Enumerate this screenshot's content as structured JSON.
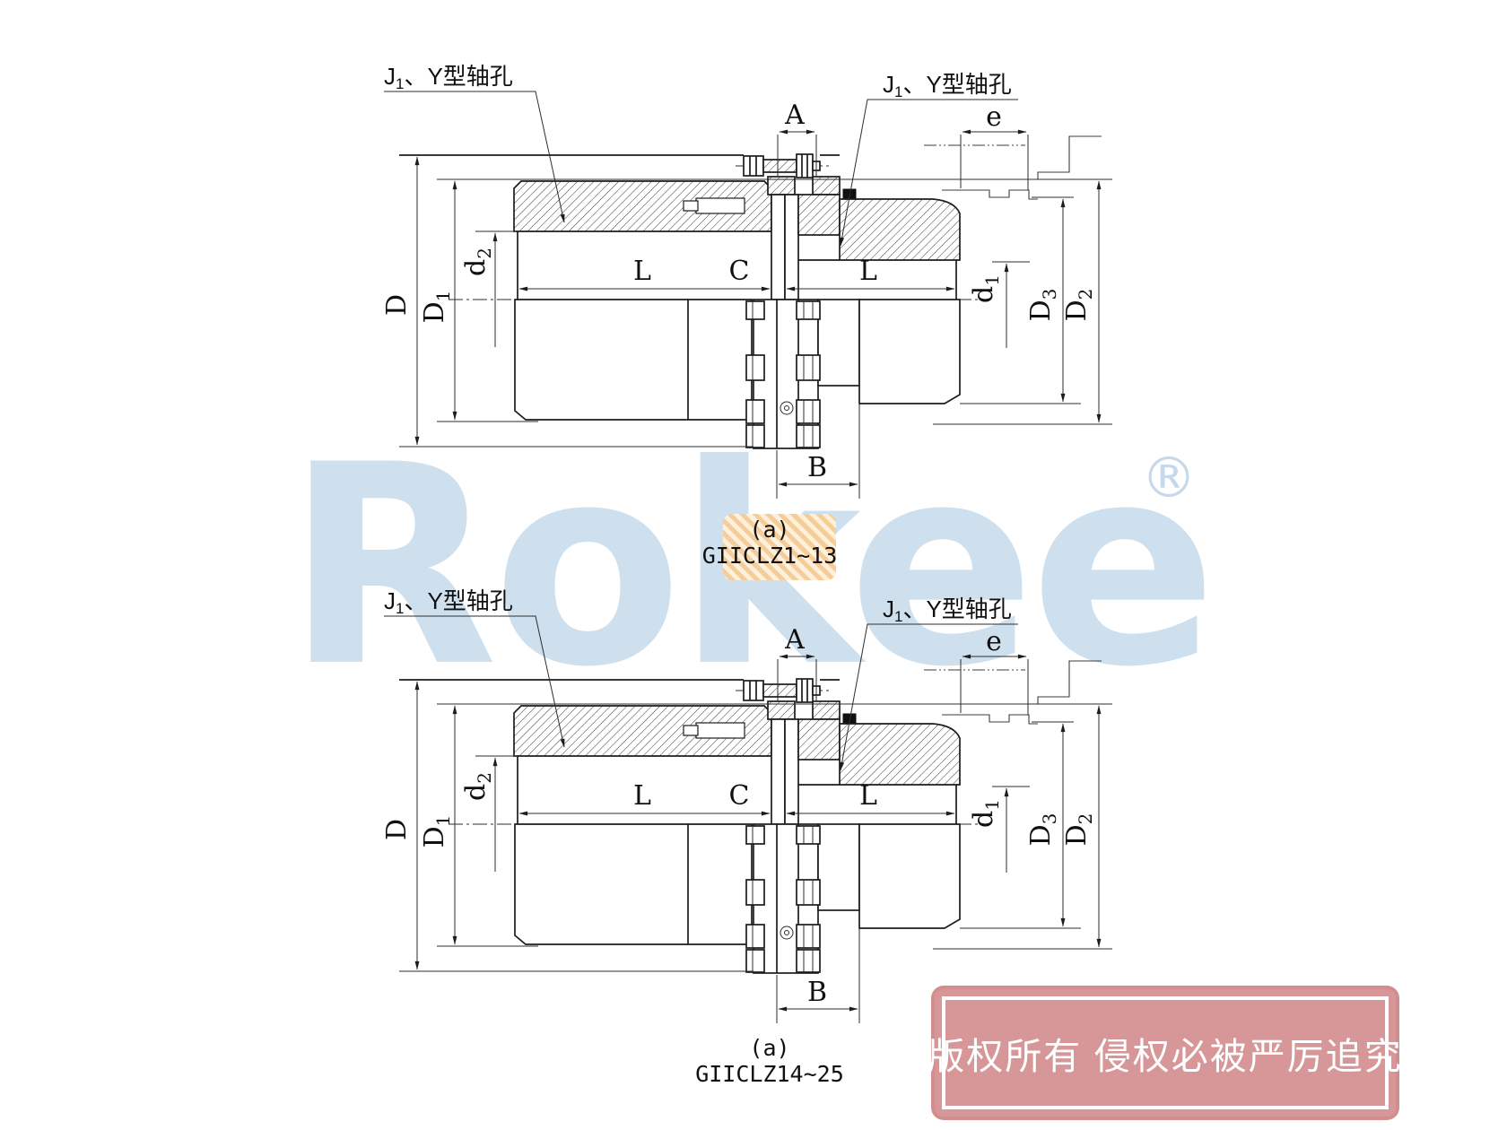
{
  "watermark": {
    "brand": "Rokee",
    "registered_mark": "®",
    "color": "#cedfee",
    "patch_color": "#f6cd99"
  },
  "stamp": {
    "text": "版权所有 侵权必被严厉追究",
    "fill_color": "#d79697",
    "text_color": "#ffffff"
  },
  "drawings": [
    {
      "caption_index": "(a)",
      "caption_model": "GIICLZ1~13",
      "leader_left": {
        "base": "J",
        "sub": "1",
        "rest": "、Y型轴孔"
      },
      "leader_right": {
        "base": "J",
        "sub": "1",
        "rest": "、Y型轴孔"
      },
      "dims": {
        "A": "A",
        "e": "e",
        "B": "B",
        "L_left": "L",
        "C": "C",
        "L_right": "L",
        "D": {
          "base": "D",
          "sub": ""
        },
        "D1": {
          "base": "D",
          "sub": "1"
        },
        "d2": {
          "base": "d",
          "sub": "2"
        },
        "d1": {
          "base": "d",
          "sub": "1"
        },
        "D3": {
          "base": "D",
          "sub": "3"
        },
        "D2": {
          "base": "D",
          "sub": "2"
        }
      }
    },
    {
      "caption_index": "(a)",
      "caption_model": "GIICLZ14~25",
      "leader_left": {
        "base": "J",
        "sub": "1",
        "rest": "、Y型轴孔"
      },
      "leader_right": {
        "base": "J",
        "sub": "1",
        "rest": "、Y型轴孔"
      },
      "dims": {
        "A": "A",
        "e": "e",
        "B": "B",
        "L_left": "L",
        "C": "C",
        "L_right": "L",
        "D": {
          "base": "D",
          "sub": ""
        },
        "D1": {
          "base": "D",
          "sub": "1"
        },
        "d2": {
          "base": "d",
          "sub": "2"
        },
        "d1": {
          "base": "d",
          "sub": "1"
        },
        "D3": {
          "base": "D",
          "sub": "3"
        },
        "D2": {
          "base": "D",
          "sub": "2"
        }
      }
    }
  ]
}
